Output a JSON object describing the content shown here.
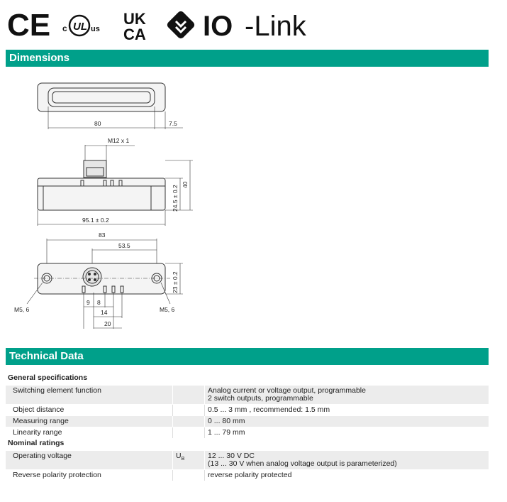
{
  "logos": {
    "ce": "CE",
    "ul_c": "c",
    "ul_mark": "UL",
    "ul_us": "us",
    "ukca_top": "UK",
    "ukca_bottom": "CA",
    "iolink_io": "IO",
    "iolink_link": "-Link"
  },
  "sections": {
    "dimensions": "Dimensions",
    "technical": "Technical Data"
  },
  "drawing": {
    "dim_80": "80",
    "dim_7_5": "7.5",
    "m12": "M12 x 1",
    "dim_40": "40",
    "dim_24_5": "24.5 ± 0.2",
    "dim_95_1": "95.1 ± 0.2",
    "dim_83": "83",
    "dim_53_5": "53.5",
    "dim_23": "23 ± 0.2",
    "m5_left": "M5, 6",
    "m5_right": "M5, 6",
    "dim_9": "9",
    "dim_8": "8",
    "dim_14": "14",
    "dim_20": "20"
  },
  "technical_data": {
    "groups": [
      {
        "title": "General specifications",
        "rows": [
          {
            "label": "Switching element function",
            "symbol": "",
            "value": "Analog current or voltage output, programmable\n2 switch outputs, programmable"
          },
          {
            "label": "Object distance",
            "symbol": "",
            "value": "0.5 ... 3 mm , recommended: 1.5 mm"
          },
          {
            "label": "Measuring range",
            "symbol": "",
            "value": "0 ... 80 mm"
          },
          {
            "label": "Linearity range",
            "symbol": "",
            "value": "1 ... 79 mm"
          }
        ]
      },
      {
        "title": "Nominal ratings",
        "rows": [
          {
            "label": "Operating voltage",
            "symbol": "U",
            "symbol_sub": "B",
            "value": "12 ... 30 V DC\n(13 ... 30 V when analog voltage output is parameterized)"
          },
          {
            "label": "Reverse polarity protection",
            "symbol": "",
            "value": "reverse polarity protected"
          }
        ]
      }
    ]
  }
}
